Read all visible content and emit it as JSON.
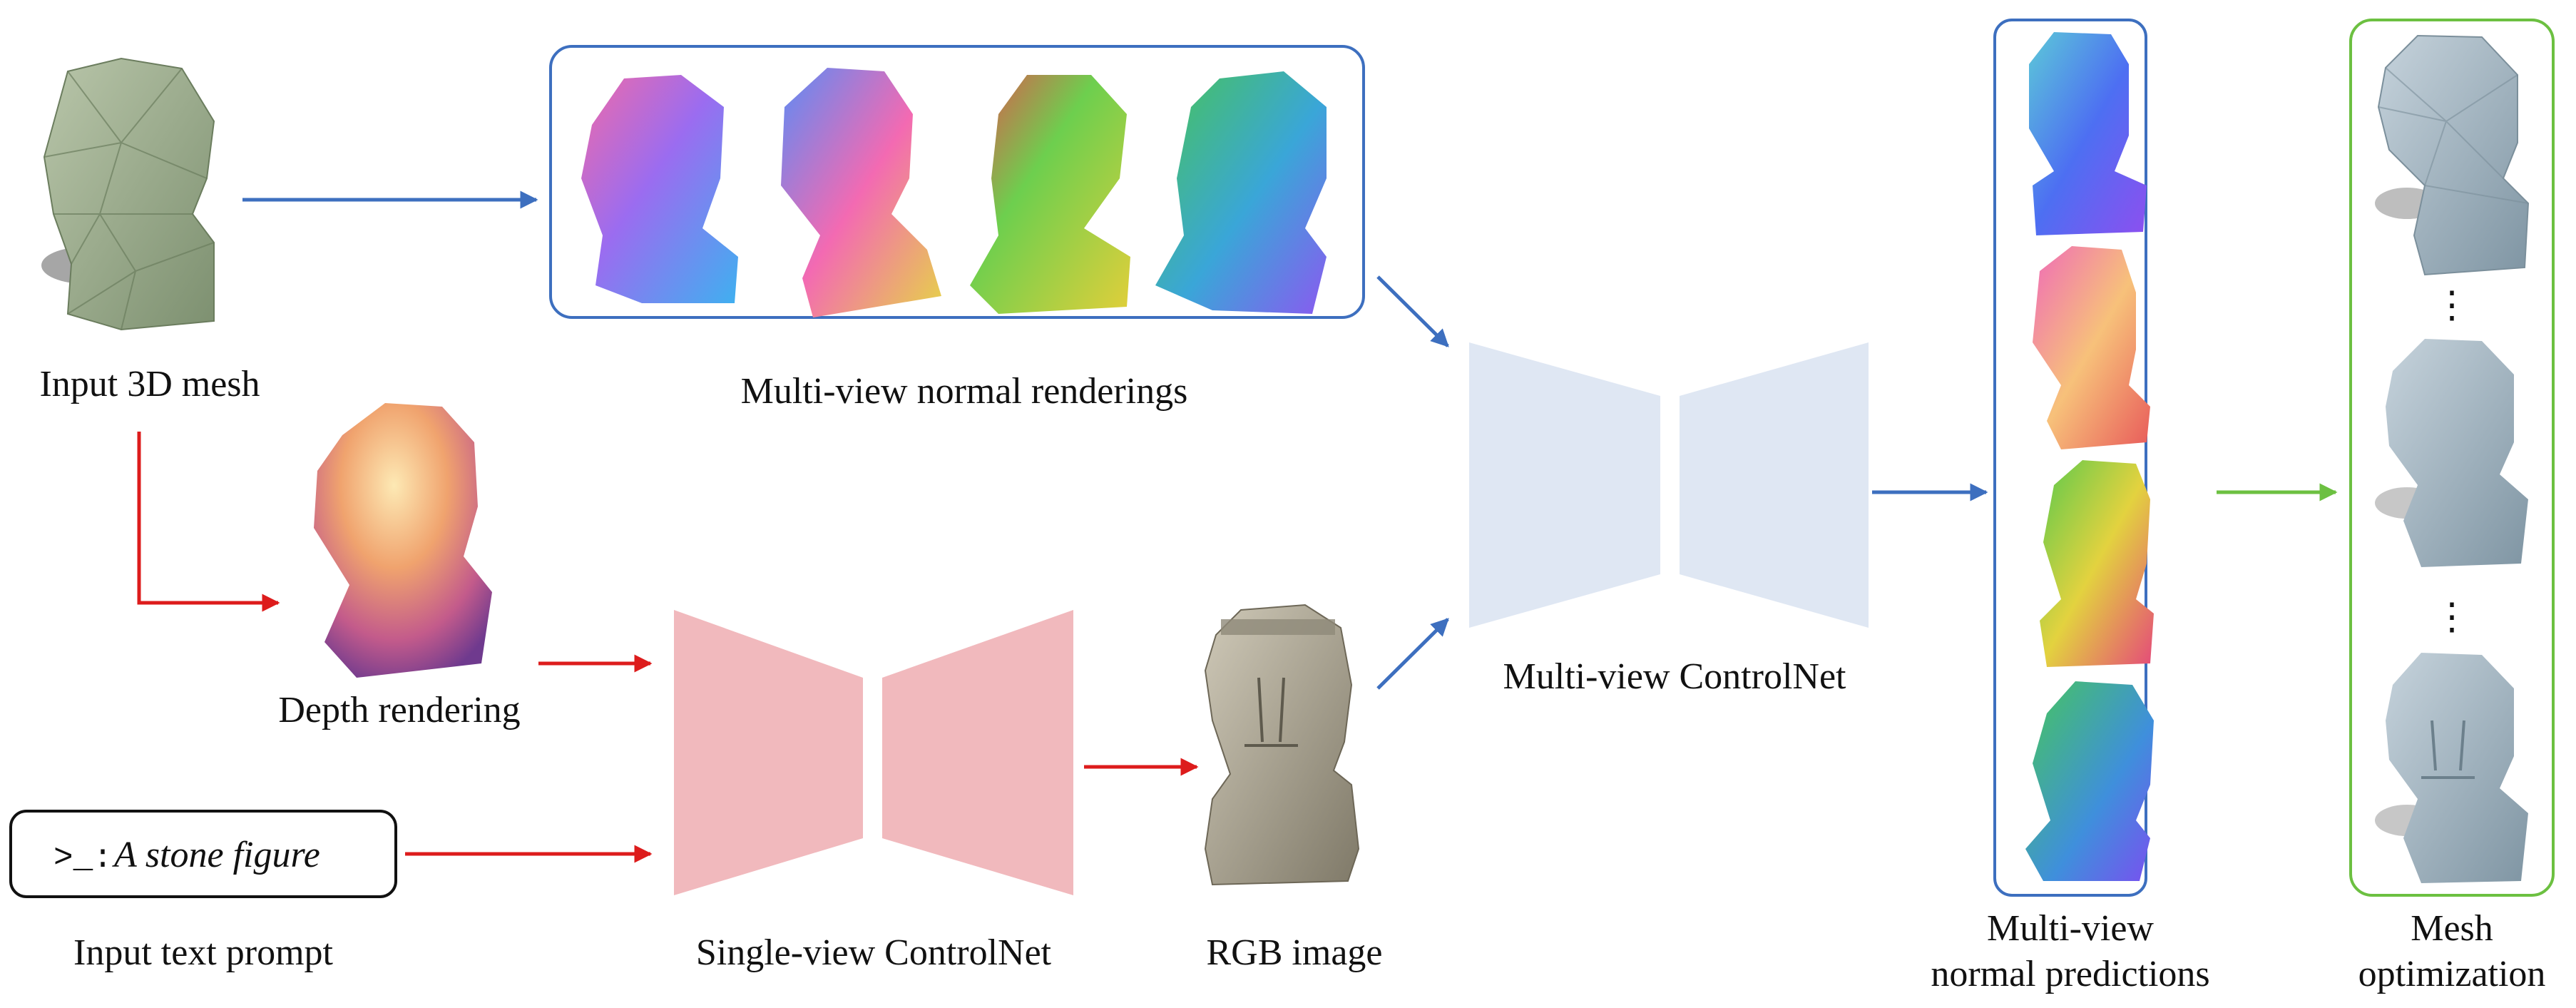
{
  "labels": {
    "input_mesh": "Input 3D mesh",
    "normal_renderings": "Multi-view normal renderings",
    "depth_rendering": "Depth rendering",
    "prompt_prefix": ">_:",
    "prompt_text": "A stone figure",
    "input_text_prompt": "Input text prompt",
    "single_view_controlnet": "Single-view ControlNet",
    "rgb_image": "RGB image",
    "multi_view_controlnet": "Multi-view ControlNet",
    "predictions_line1": "Multi-view",
    "predictions_line2": "normal predictions",
    "mesh_opt_line1": "Mesh",
    "mesh_opt_line2": "optimization",
    "ellipsis": "⋮"
  },
  "colors": {
    "blue_arrow": "#3d6fbf",
    "red_arrow": "#dd1c1c",
    "green_arrow": "#6cc041",
    "blue_frame": "#3d6fbf",
    "green_frame": "#6cc041",
    "multiview_net_fill": "#dfe7f3",
    "singleview_net_fill": "#f1b9bd",
    "mesh_green": "#9fb08f",
    "stone_gray": "#a7a191",
    "result_blue_gray": "#a8b8c3"
  }
}
